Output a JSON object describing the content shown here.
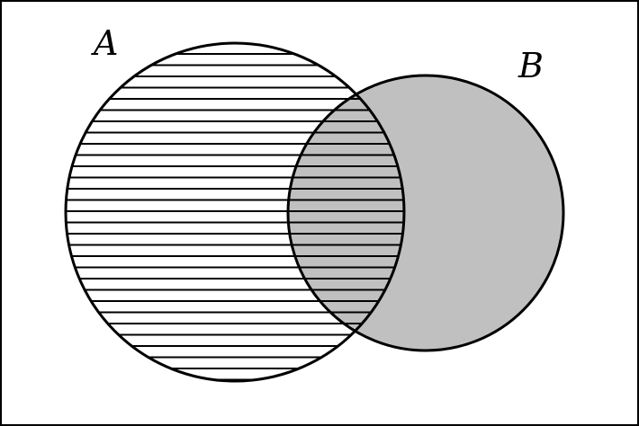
{
  "diagram": {
    "type": "venn",
    "sets": [
      {
        "name": "A",
        "fill": "horizontal-hatch"
      },
      {
        "name": "B",
        "fill": "solid-gray"
      }
    ]
  },
  "colors": {
    "outline": "#000000",
    "hatch": "#000000",
    "shade": "#c0c0c0",
    "background": "#ffffff"
  }
}
